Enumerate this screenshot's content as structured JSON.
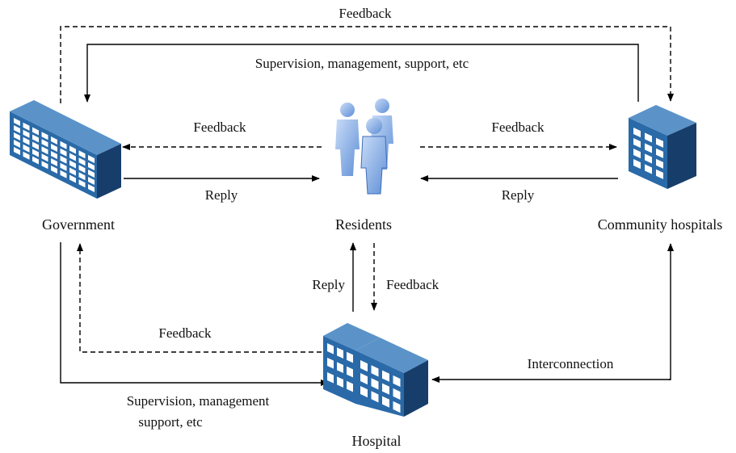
{
  "nodes": {
    "government": {
      "label": "Government",
      "icon": "office-building-icon"
    },
    "residents": {
      "label": "Residents",
      "icon": "people-group-icon"
    },
    "community": {
      "label": "Community hospitals",
      "icon": "small-building-icon"
    },
    "hospital": {
      "label": "Hospital",
      "icon": "hospital-building-icon"
    }
  },
  "edges": {
    "top_feedback": "Feedback",
    "top_supervision": "Supervision, management, support, etc",
    "res_to_gov_feedback": "Feedback",
    "gov_to_res_reply": "Reply",
    "res_to_comm_feedback": "Feedback",
    "comm_to_res_reply": "Reply",
    "hosp_to_res_reply": "Reply",
    "res_to_hosp_feedback": "Feedback",
    "hosp_to_gov_feedback": "Feedback",
    "gov_to_hosp_supervision_line1": "Supervision, management",
    "gov_to_hosp_supervision_line2": "support, etc",
    "interconnection": "Interconnection"
  },
  "colors": {
    "building_front": "#2a6aa8",
    "building_side": "#173e6b",
    "building_top": "#5b93c9",
    "window": "#ffffff",
    "people": "#8fb4e6"
  }
}
